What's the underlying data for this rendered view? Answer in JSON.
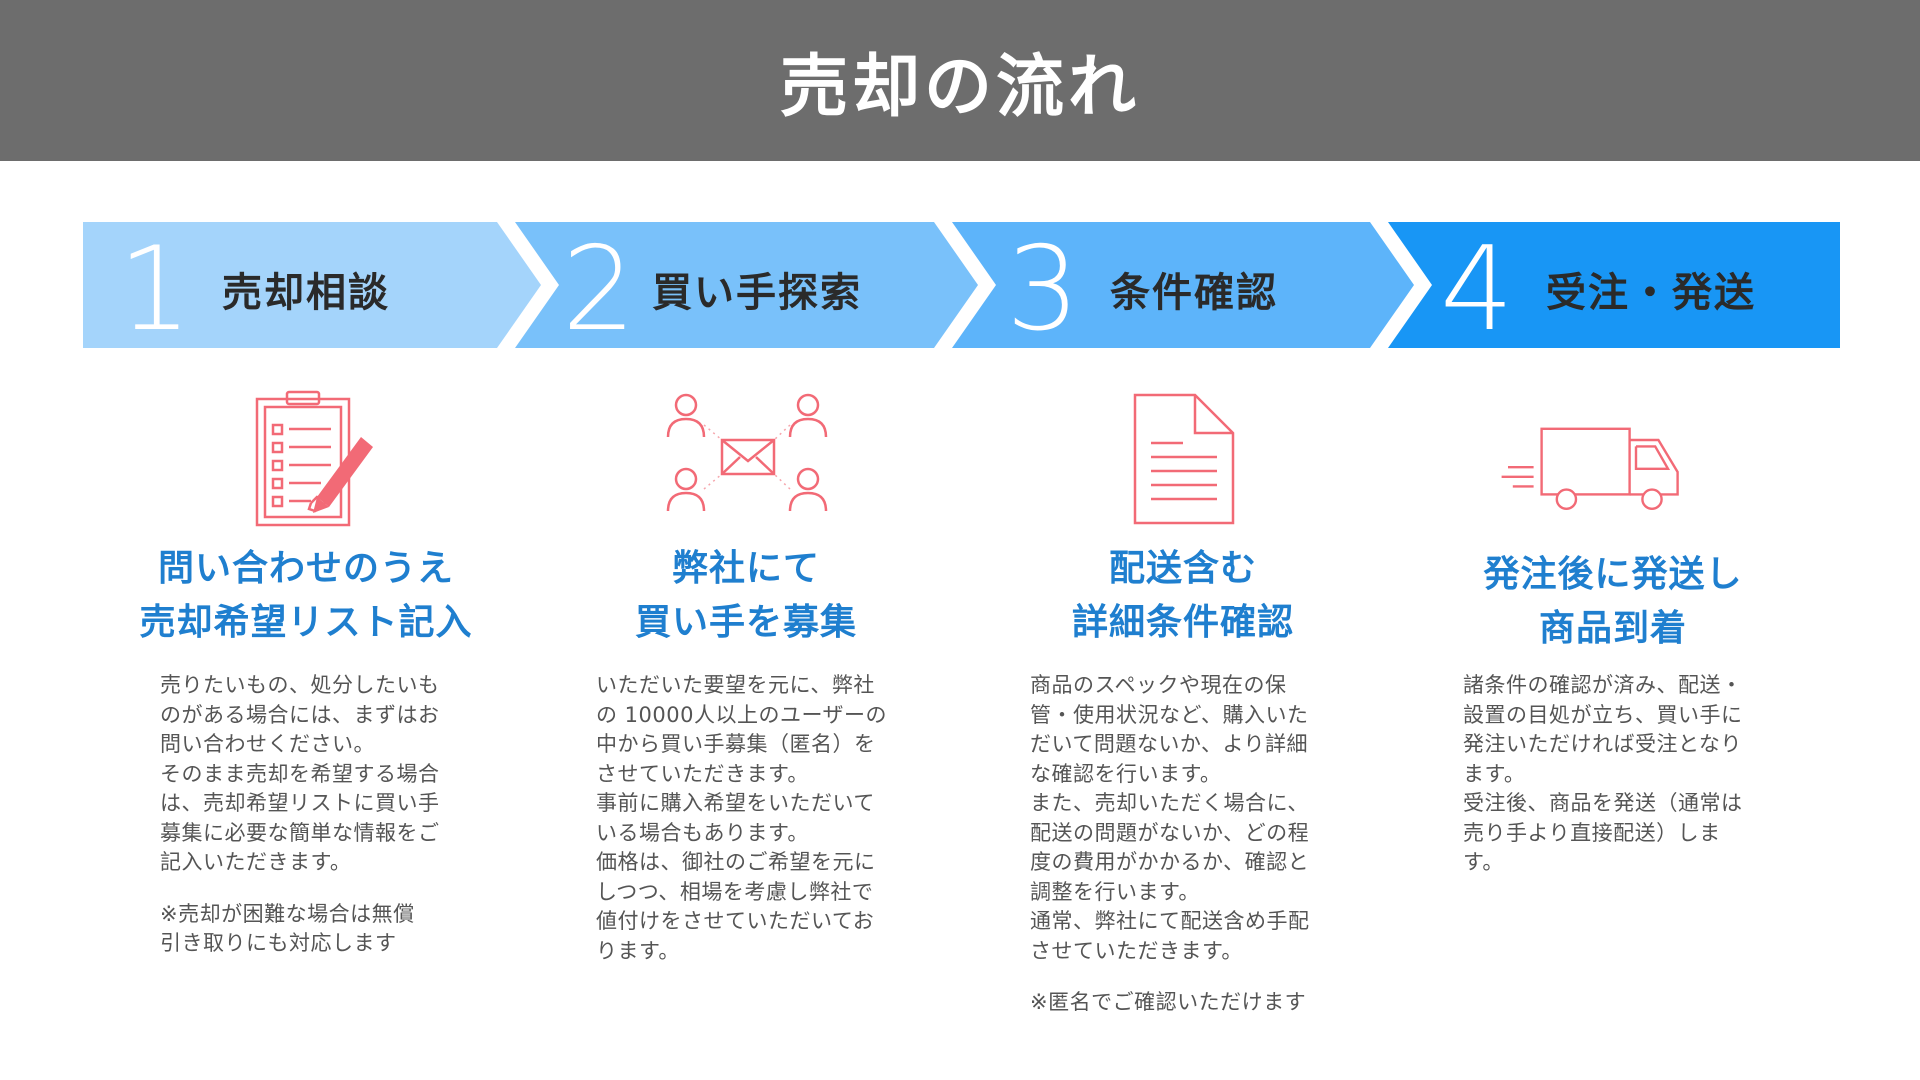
{
  "title": "売却の流れ",
  "colors": {
    "header_bg": "#6d6d6d",
    "step1": "#a4d4fb",
    "step2": "#79c1fa",
    "step3": "#5db4fa",
    "step4": "#1896f5",
    "accent_title": "#1f7fcf",
    "icon_stroke": "#f26a76"
  },
  "steps": [
    {
      "number": "1",
      "label": "売却相談",
      "icon": "clipboard-checklist-icon",
      "heading": [
        "問い合わせのうえ",
        "売却希望リスト記入"
      ],
      "body": [
        "売りたいもの、処分したいも",
        "のがある場合には、まずはお",
        "問い合わせください。",
        "そのまま売却を希望する場合",
        "は、売却希望リストに買い手",
        "募集に必要な簡単な情報をご",
        "記入いただきます。"
      ],
      "note": [
        "※売却が困難な場合は無償",
        "引き取りにも対応します"
      ]
    },
    {
      "number": "2",
      "label": "買い手探索",
      "icon": "people-mail-icon",
      "heading": [
        "弊社にて",
        "買い手を募集"
      ],
      "body": [
        "いただいた要望を元に、弊社",
        "の 10000人以上のユーザーの",
        "中から買い手募集（匿名）を",
        "させていただきます。",
        "事前に購入希望をいただいて",
        "いる場合もあります。",
        "価格は、御社のご希望を元に",
        "しつつ、相場を考慮し弊社で",
        "値付けをさせていただいてお",
        "ります。"
      ],
      "note": []
    },
    {
      "number": "3",
      "label": "条件確認",
      "icon": "document-icon",
      "heading": [
        "配送含む",
        "詳細条件確認"
      ],
      "body": [
        "商品のスペックや現在の保",
        "管・使用状況など、購入いた",
        "だいて問題ないか、より詳細",
        "な確認を行います。",
        "また、売却いただく場合に、",
        "配送の問題がないか、どの程",
        "度の費用がかかるか、確認と",
        "調整を行います。",
        "通常、弊社にて配送含め手配",
        "させていただきます。"
      ],
      "note": [
        "※匿名でご確認いただけます"
      ]
    },
    {
      "number": "4",
      "label": "受注・発送",
      "icon": "delivery-truck-icon",
      "heading": [
        "発注後に発送し",
        "商品到着"
      ],
      "body": [
        "諸条件の確認が済み、配送・",
        "設置の目処が立ち、買い手に",
        "発注いただければ受注となり",
        "ます。",
        "受注後、商品を発送（通常は",
        "売り手より直接配送）しま",
        "す。"
      ],
      "note": []
    }
  ]
}
